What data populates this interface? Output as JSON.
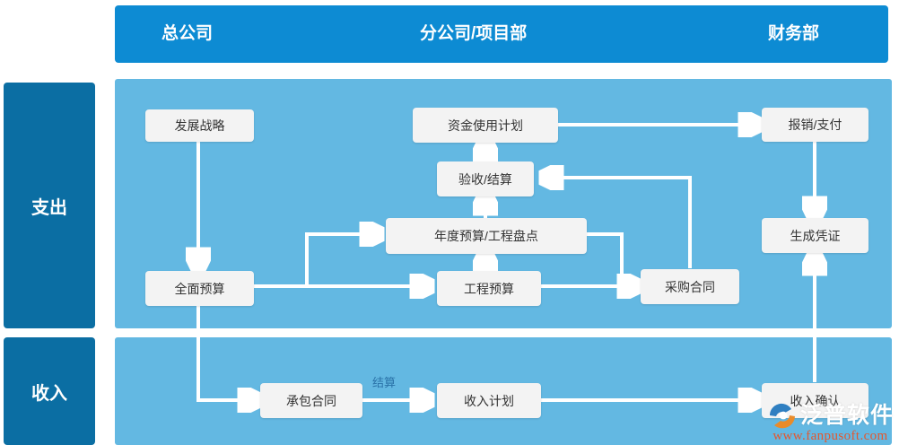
{
  "header": {
    "columns": [
      {
        "id": "hq",
        "label": "总公司"
      },
      {
        "id": "branch",
        "label": "分公司/项目部"
      },
      {
        "id": "finance",
        "label": "财务部"
      }
    ],
    "bar_color": "#0d8bd3"
  },
  "rows": [
    {
      "id": "expense",
      "label": "支出",
      "color": "#0b6ea3"
    },
    {
      "id": "income",
      "label": "收入",
      "color": "#0b6ea3"
    }
  ],
  "panel_color": "#63b8e2",
  "node_color": "#f3f3f3",
  "connector_color": "#ffffff",
  "nodes": {
    "fazhan_zhanlue": {
      "label": "发展战略",
      "row": "expense",
      "column": "hq"
    },
    "quanmian_yusuan": {
      "label": "全面预算",
      "row": "expense",
      "column": "hq"
    },
    "zijin_jihua": {
      "label": "资金使用计划",
      "row": "expense",
      "column": "branch"
    },
    "yanshou_jiesuan": {
      "label": "验收/结算",
      "row": "expense",
      "column": "branch"
    },
    "niandu_yusuan": {
      "label": "年度预算/工程盘点",
      "row": "expense",
      "column": "branch"
    },
    "gongcheng_yusuan": {
      "label": "工程预算",
      "row": "expense",
      "column": "branch"
    },
    "caigou_hetong": {
      "label": "采购合同",
      "row": "expense",
      "column": "branch"
    },
    "baoxiao_zhifu": {
      "label": "报销/支付",
      "row": "expense",
      "column": "finance"
    },
    "shengcheng_pz": {
      "label": "生成凭证",
      "row": "expense",
      "column": "finance"
    },
    "chengbao_hetong": {
      "label": "承包合同",
      "row": "income",
      "column": "branch"
    },
    "shouru_jihua": {
      "label": "收入计划",
      "row": "income",
      "column": "branch"
    },
    "shouru_queren": {
      "label": "收入确认",
      "row": "income",
      "column": "finance"
    }
  },
  "edge_labels": [
    {
      "id": "jiesuan",
      "label": "结算",
      "from": "chengbao_hetong",
      "to": "shouru_jihua"
    }
  ],
  "watermark": {
    "brand": "泛普软件",
    "url": "www.fanpusoft.com"
  },
  "chart_data": {
    "type": "flowchart",
    "title": "",
    "swimlane_columns": [
      "总公司",
      "分公司/项目部",
      "财务部"
    ],
    "swimlane_rows": [
      "支出",
      "收入"
    ],
    "nodes": [
      "发展战略",
      "全面预算",
      "资金使用计划",
      "验收/结算",
      "年度预算/工程盘点",
      "工程预算",
      "采购合同",
      "报销/支付",
      "生成凭证",
      "承包合同",
      "收入计划",
      "收入确认"
    ],
    "edges": [
      {
        "from": "发展战略",
        "to": "全面预算",
        "label": ""
      },
      {
        "from": "全面预算",
        "to": "年度预算/工程盘点",
        "label": ""
      },
      {
        "from": "全面预算",
        "to": "工程预算",
        "label": ""
      },
      {
        "from": "全面预算",
        "to": "承包合同",
        "label": ""
      },
      {
        "from": "年度预算/工程盘点",
        "to": "验收/结算",
        "label": ""
      },
      {
        "from": "年度预算/工程盘点",
        "to": "采购合同",
        "label": ""
      },
      {
        "from": "工程预算",
        "to": "年度预算/工程盘点",
        "label": ""
      },
      {
        "from": "工程预算",
        "to": "采购合同",
        "label": ""
      },
      {
        "from": "采购合同",
        "to": "验收/结算",
        "label": ""
      },
      {
        "from": "验收/结算",
        "to": "资金使用计划",
        "label": ""
      },
      {
        "from": "资金使用计划",
        "to": "报销/支付",
        "label": ""
      },
      {
        "from": "报销/支付",
        "to": "生成凭证",
        "label": ""
      },
      {
        "from": "承包合同",
        "to": "收入计划",
        "label": "结算"
      },
      {
        "from": "收入计划",
        "to": "收入确认",
        "label": ""
      },
      {
        "from": "收入确认",
        "to": "生成凭证",
        "label": ""
      }
    ]
  }
}
